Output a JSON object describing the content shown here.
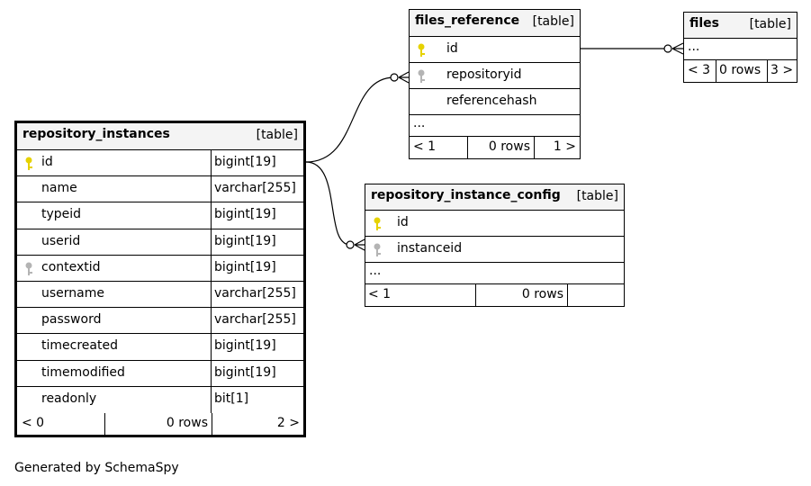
{
  "tables": {
    "repository_instances": {
      "name": "repository_instances",
      "type": "[table]",
      "columns": [
        {
          "name": "id",
          "type": "bigint[19]",
          "key": "primary"
        },
        {
          "name": "name",
          "type": "varchar[255]",
          "key": "none"
        },
        {
          "name": "typeid",
          "type": "bigint[19]",
          "key": "none"
        },
        {
          "name": "userid",
          "type": "bigint[19]",
          "key": "none"
        },
        {
          "name": "contextid",
          "type": "bigint[19]",
          "key": "foreign"
        },
        {
          "name": "username",
          "type": "varchar[255]",
          "key": "none"
        },
        {
          "name": "password",
          "type": "varchar[255]",
          "key": "none"
        },
        {
          "name": "timecreated",
          "type": "bigint[19]",
          "key": "none"
        },
        {
          "name": "timemodified",
          "type": "bigint[19]",
          "key": "none"
        },
        {
          "name": "readonly",
          "type": "bit[1]",
          "key": "none"
        }
      ],
      "footer": {
        "parents": "< 0",
        "rows": "0 rows",
        "children": "2 >"
      }
    },
    "files_reference": {
      "name": "files_reference",
      "type": "[table]",
      "columns": [
        {
          "name": "id",
          "key": "primary"
        },
        {
          "name": "repositoryid",
          "key": "foreign"
        },
        {
          "name": "referencehash",
          "key": "none"
        }
      ],
      "ellipsis": "...",
      "footer": {
        "parents": "< 1",
        "rows": "0 rows",
        "children": "1 >"
      }
    },
    "files": {
      "name": "files",
      "type": "[table]",
      "ellipsis": "...",
      "footer": {
        "parents": "< 3",
        "rows": "0 rows",
        "children": "3 >"
      }
    },
    "repository_instance_config": {
      "name": "repository_instance_config",
      "type": "[table]",
      "columns": [
        {
          "name": "id",
          "key": "primary"
        },
        {
          "name": "instanceid",
          "key": "foreign"
        }
      ],
      "ellipsis": "...",
      "footer": {
        "parents": "< 1",
        "rows": "0 rows",
        "children": ""
      }
    }
  },
  "colors": {
    "primary_key": "#e6d200",
    "foreign_key": "#b4b4b4",
    "header_bg": "#f4f4f4",
    "line": "#000000"
  },
  "footer_text": "Generated by SchemaSpy"
}
